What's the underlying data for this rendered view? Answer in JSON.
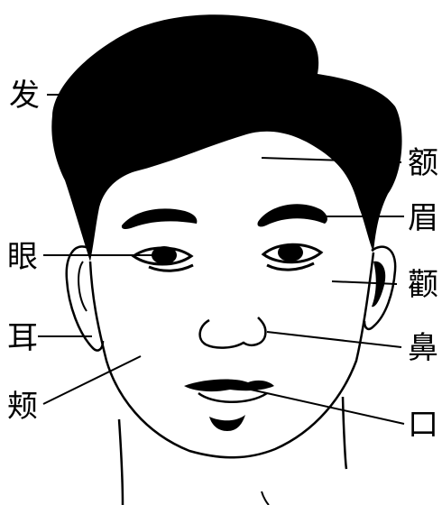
{
  "labels": {
    "hair": "发",
    "forehead": "额",
    "eyebrow": "眉",
    "eye": "眼",
    "ear": "耳",
    "cheekbone": "颧",
    "nose": "鼻",
    "cheek": "颊",
    "mouth": "口"
  }
}
